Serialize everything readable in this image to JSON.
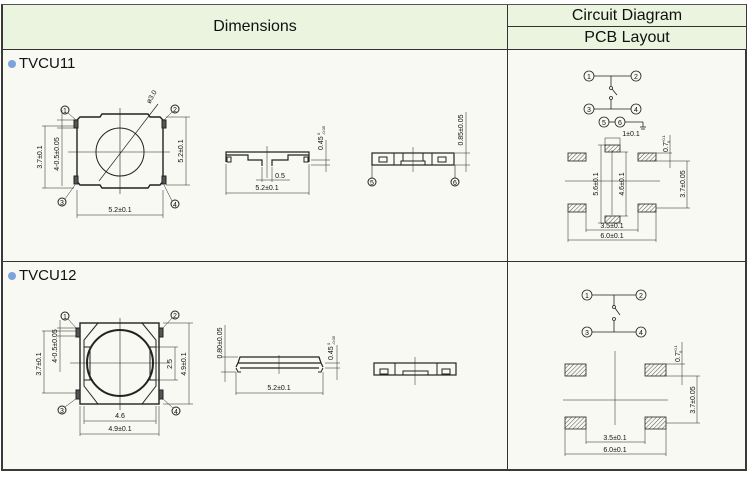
{
  "header": {
    "dimensions": "Dimensions",
    "circuit_diagram": "Circuit Diagram",
    "pcb_layout": "PCB Layout"
  },
  "accent_color": "#7da3dc",
  "models": [
    {
      "name": "TVCU11",
      "top_view": {
        "diameter": "ø3.0",
        "pitch": "3.7±0.1",
        "lead": "4-0.5±0.05",
        "height": "5.2±0.1",
        "width": "5.2±0.1",
        "pins": [
          "1",
          "2",
          "3",
          "4"
        ]
      },
      "side_view": {
        "thickness": "0.45",
        "tol_upper": "0",
        "tol_lower": "-0.05",
        "stem": "0.5",
        "width": "5.2±0.1"
      },
      "bottom_view": {
        "height": "0.85±0.05",
        "pins": [
          "5",
          "6"
        ]
      },
      "circuit": {
        "pins": [
          "1",
          "2",
          "3",
          "4",
          "5",
          "6"
        ]
      },
      "pcb": {
        "pad": "1±0.1",
        "pad_h": "0.7",
        "pad_h_tol_upper": "+0.1",
        "pad_h_tol_lower": "0",
        "inner_v": "4.6±0.1",
        "outer_v": "5.6±0.1",
        "pitch_v": "3.7±0.05",
        "inner_h": "3.5±0.1",
        "outer_h": "6.0±0.1"
      }
    },
    {
      "name": "TVCU12",
      "top_view": {
        "pitch": "3.7±0.1",
        "lead": "4-0.5±0.05",
        "inner": "2.5",
        "height": "4.9±0.1",
        "inner_w": "4.6",
        "width": "4.9±0.1",
        "pins": [
          "1",
          "2",
          "3",
          "4"
        ]
      },
      "side_view": {
        "height": "0.80±0.05",
        "thickness": "0.45",
        "tol_upper": "0",
        "tol_lower": "-0.05",
        "width": "5.2±0.1"
      },
      "circuit": {
        "pins": [
          "1",
          "2",
          "3",
          "4"
        ]
      },
      "pcb": {
        "pad_h": "0.7",
        "pad_h_tol_upper": "+0.1",
        "pad_h_tol_lower": "0",
        "pitch_v": "3.7±0.05",
        "inner_h": "3.5±0.1",
        "outer_h": "6.0±0.1"
      }
    }
  ]
}
